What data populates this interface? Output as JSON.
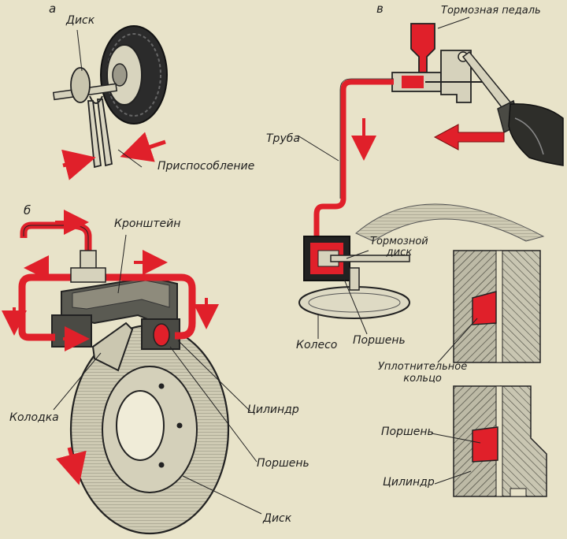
{
  "colors": {
    "paper": "#e8e3c9",
    "ink": "#222222",
    "fluid": "#e0202a",
    "metal": "#b9b6a4",
    "hatch": "#8a8878"
  },
  "panels": {
    "a": {
      "letter": "а",
      "labels": {
        "disk": "Диск",
        "device": "Приспособление"
      }
    },
    "b": {
      "letter": "б",
      "labels": {
        "bracket": "Кронштейн",
        "pad": "Колодка",
        "cylinder": "Цилиндр",
        "piston": "Поршень",
        "disk": "Диск"
      }
    },
    "v": {
      "letter": "в",
      "labels": {
        "pedal": "Тормозная педаль",
        "pipe": "Труба",
        "brake_disk_1": "Тормозной",
        "brake_disk_2": "диск",
        "wheel": "Колесо",
        "piston": "Поршень",
        "seal_1": "Уплотнительное",
        "seal_2": "кольцо",
        "piston_2": "Поршень",
        "cylinder": "Цилиндр"
      }
    }
  }
}
